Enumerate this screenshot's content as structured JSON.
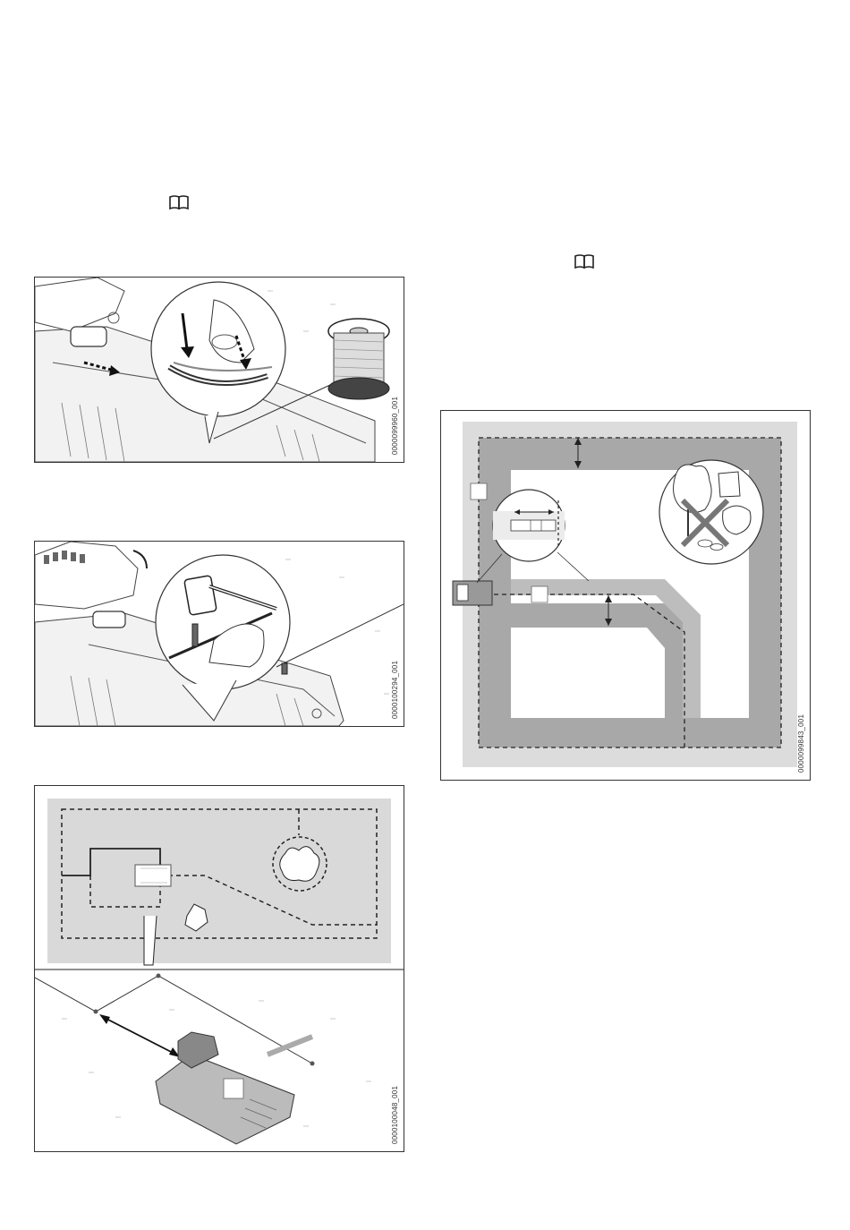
{
  "figures": {
    "fig1": {
      "id": "0000099960_001"
    },
    "fig2": {
      "id": "0000100294_001"
    },
    "fig3": {
      "id": "0000100048_001"
    },
    "fig4": {
      "id": "0000099843_001"
    }
  },
  "icons": {
    "ref1": "book-icon",
    "ref2": "book-icon"
  }
}
